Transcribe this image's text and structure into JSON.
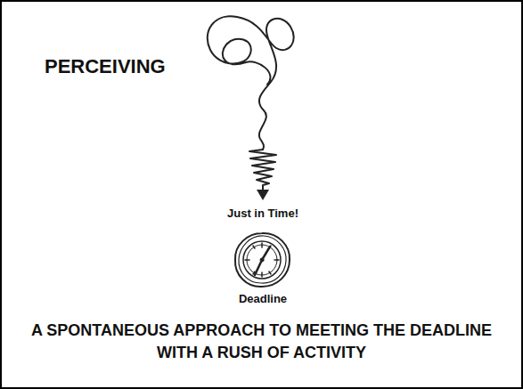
{
  "diagram": {
    "title": "PERCEIVING",
    "caption": "A SPONTANEOUS APPROACH TO MEETING THE DEADLINE WITH A RUSH OF ACTIVITY",
    "labels": [
      "Just in Time!",
      "Deadline"
    ]
  }
}
